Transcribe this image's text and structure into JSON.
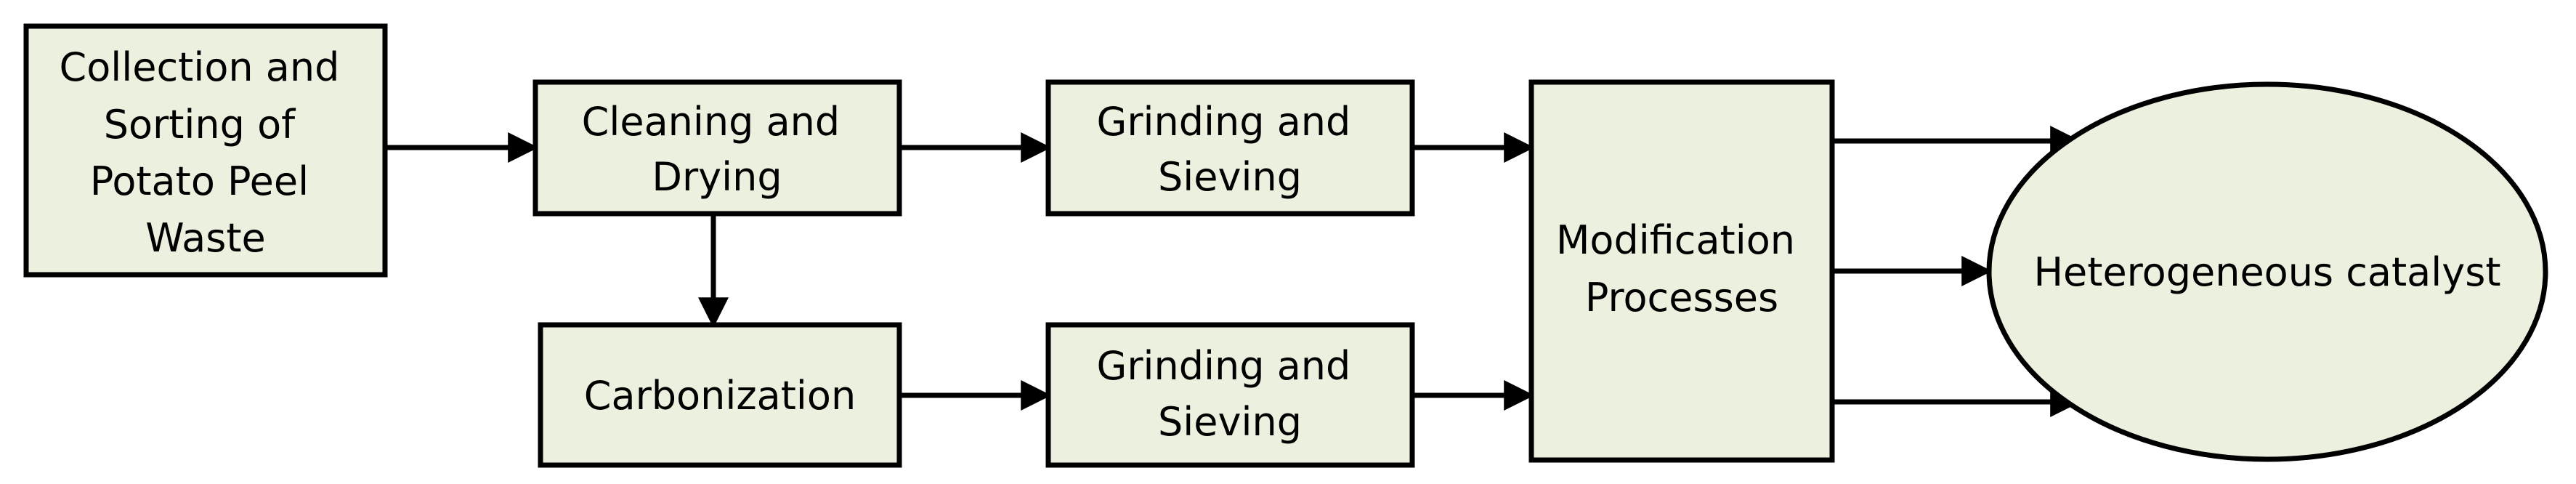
{
  "diagram": {
    "nodes": {
      "collection": {
        "lines": [
          "Collection and",
          "Sorting of",
          "Potato Peel",
          "Waste"
        ]
      },
      "cleaning": {
        "lines": [
          "Cleaning and",
          "Drying"
        ]
      },
      "grinding_top": {
        "lines": [
          "Grinding and",
          "Sieving"
        ]
      },
      "carbonization": {
        "lines": [
          "Carbonization"
        ]
      },
      "grinding_bottom": {
        "lines": [
          "Grinding and",
          "Sieving"
        ]
      },
      "modification": {
        "lines": [
          "Modification",
          "Processes"
        ]
      },
      "catalyst": {
        "lines": [
          "Heterogeneous catalyst"
        ]
      }
    },
    "colors": {
      "box_fill": "#ebf1de",
      "stroke": "#000000"
    }
  }
}
